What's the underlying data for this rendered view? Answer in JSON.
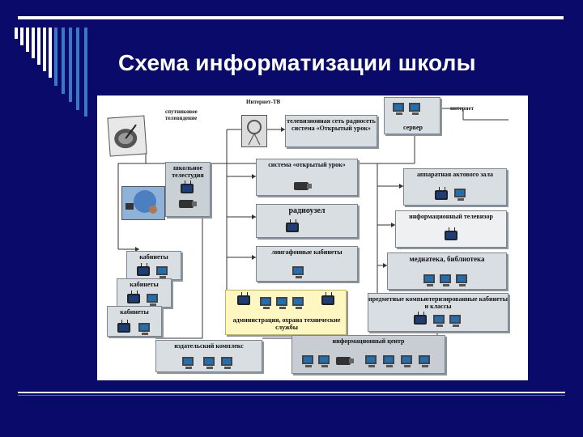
{
  "slide": {
    "title": "Схема  информатизации школы",
    "colors": {
      "background": "#0a0a6b",
      "accent": "#3b78c4",
      "title_text": "#ffffff"
    }
  },
  "diagram": {
    "labels": {
      "satellite": "спутниковое телевидение",
      "tv_network_external": "Интернет-ТВ",
      "tv_network": "телевизионная сеть радиосеть система «Открытый урок»",
      "server": "сервер",
      "internet": "интернет",
      "school_tv": "школьное телестудия",
      "open_lesson": "система «открытый урок»",
      "radio": "радиоузел",
      "linguaphone": "лингафонные кабинеты",
      "assembly_hall": "аппаратная актового зала",
      "info_tv": "информационный телевизор",
      "mediateka": "медиатека, библиотека",
      "cabinets": [
        "кабинеты",
        "кабинеты",
        "кабинеты"
      ],
      "administration": "администрация, охрана технические службы",
      "subject_classes": "предметные компьютеризированные кабинеты и классы",
      "publishing": "издательский комплекс",
      "info_center": "информационный центр"
    }
  }
}
